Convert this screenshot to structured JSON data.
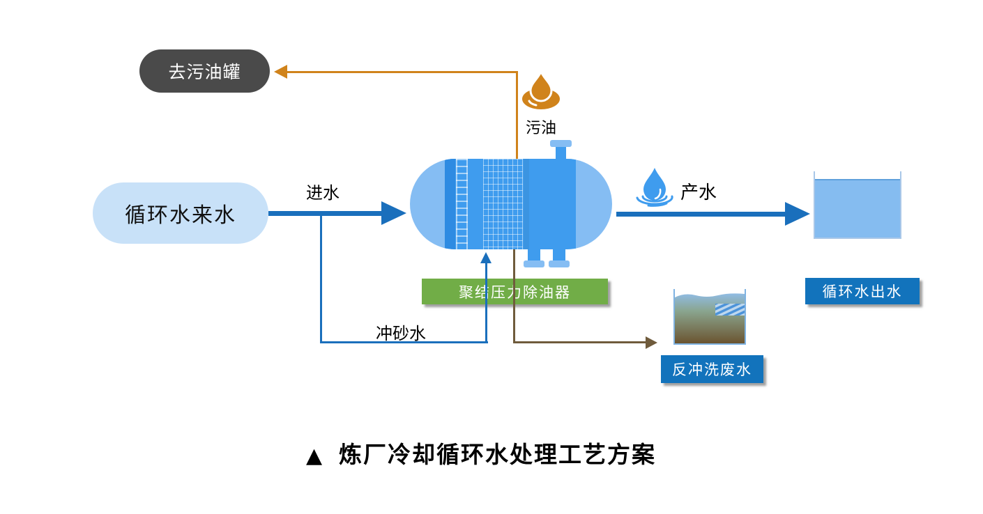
{
  "title": {
    "marker": "▲",
    "text": "炼厂冷却循环水处理工艺方案"
  },
  "nodes": {
    "dirty_oil_tank": {
      "label": "去污油罐"
    },
    "circulating_water_source": {
      "label": "循环水来水"
    },
    "coalescing_deoiler": {
      "label": "聚结压力除油器"
    },
    "circulating_water_outlet": {
      "label": "循环水出水"
    },
    "backwash_wastewater": {
      "label": "反冲洗废水"
    }
  },
  "streams": {
    "feed_water": {
      "label": "进水"
    },
    "dirty_oil": {
      "label": "污油"
    },
    "product_water": {
      "label": "产水"
    },
    "sand_flushing_water": {
      "label": "冲砂水"
    }
  },
  "icons": {
    "oil_drop": "oil-drop-icon",
    "water_drop": "water-drop-icon"
  },
  "colors": {
    "flow-blue": "#1A6FBC",
    "vessel-body": "#3F9CEE",
    "vessel-cap": "#85BDF3",
    "vessel-band": "#2E8BE2",
    "orange": "#D0831B",
    "brown": "#6F5B3C",
    "green-label": "#71AD47",
    "blue-label": "#1273BC",
    "dark-node": "#4A4A4A",
    "source-node": "#C8E1F8",
    "outlet-water": "#85BCF0",
    "waste-water-top": "#90BCE4",
    "waste-sludge-bottom": "#6B5430",
    "title-text": "#000000"
  }
}
